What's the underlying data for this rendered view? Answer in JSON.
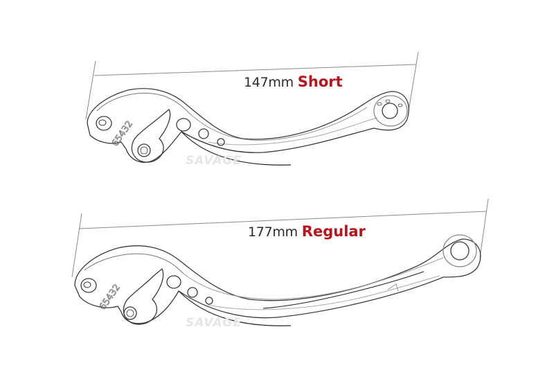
{
  "colors": {
    "accent": "#b8141a",
    "dimension_text": "#2b2b2b",
    "dimension_line": "#8a8a8a",
    "outline": "#3a3a3a",
    "watermark": "#e6e6e6"
  },
  "levers": [
    {
      "id": "short",
      "dimension": "147mm",
      "variant": "Short",
      "adjuster_numbers": "65432",
      "watermark": "SAVAGE"
    },
    {
      "id": "regular",
      "dimension": "177mm",
      "variant": "Regular",
      "adjuster_numbers": "65432",
      "watermark": "SAVAGE"
    }
  ]
}
